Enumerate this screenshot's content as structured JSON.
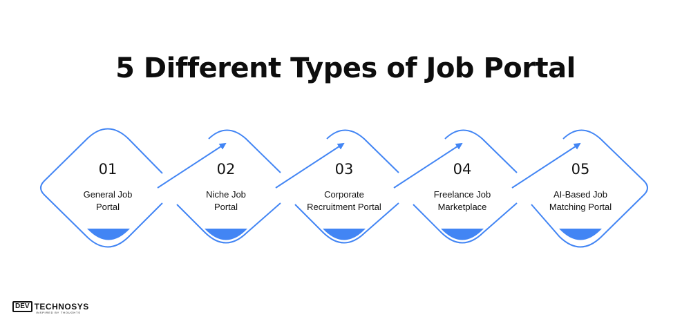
{
  "title": "5 Different Types of Job Portal",
  "accent_color": "#4285f4",
  "steps": [
    {
      "number": "01",
      "label_line1": "General Job",
      "label_line2": "Portal"
    },
    {
      "number": "02",
      "label_line1": "Niche Job",
      "label_line2": "Portal"
    },
    {
      "number": "03",
      "label_line1": "Corporate",
      "label_line2": "Recruitment Portal"
    },
    {
      "number": "04",
      "label_line1": "Freelance Job",
      "label_line2": "Marketplace"
    },
    {
      "number": "05",
      "label_line1": "AI-Based Job",
      "label_line2": "Matching Portal"
    }
  ],
  "logo": {
    "mark": "DEV",
    "brand": "TECHNOSYS",
    "tagline": "INSPIRED BY THOUGHTS"
  }
}
